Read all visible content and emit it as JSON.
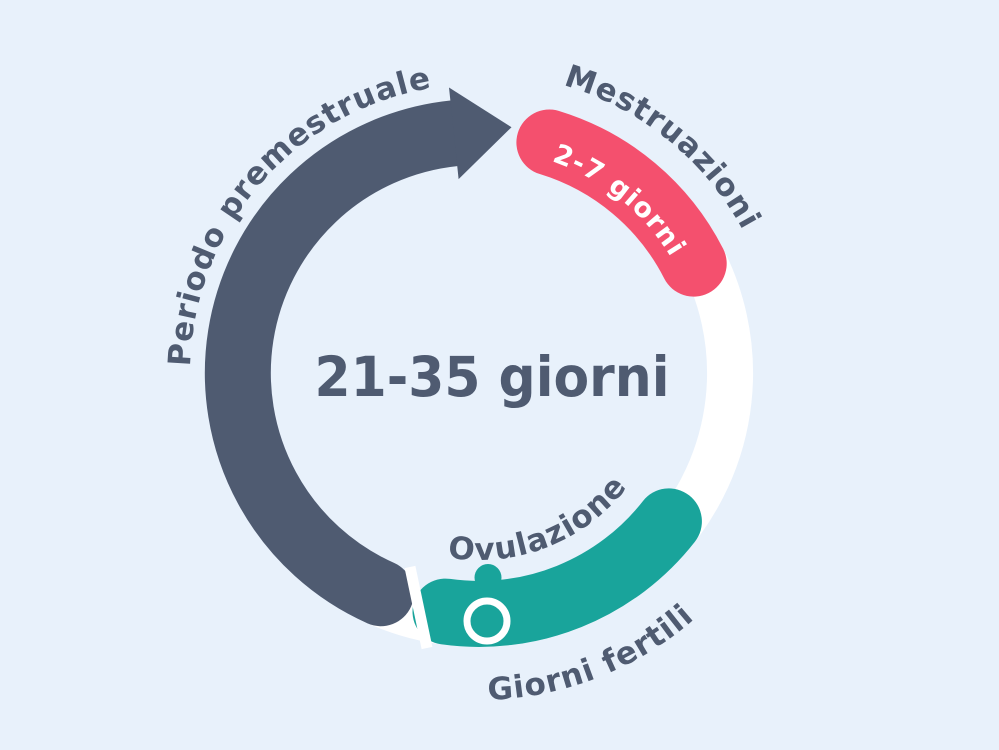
{
  "colors": {
    "background": "#e8f1fb",
    "slate": "#4f5b71",
    "pink": "#f4506e",
    "teal": "#19a49b",
    "white": "#ffffff"
  },
  "cycle": {
    "center_label": "21-35 giorni",
    "premenstrual_label": "Periodo premestruale",
    "menstruation_label": "Mestruazioni",
    "menstruation_duration": "2-7 giorni",
    "ovulation_label": "Ovulazione",
    "fertile_label": "Giorni fertili"
  }
}
